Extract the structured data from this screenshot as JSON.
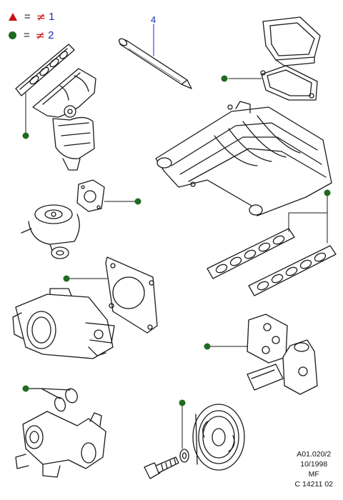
{
  "legend": [
    {
      "symbol": "red-triangle",
      "equals": "=",
      "not_equal": "≠",
      "number": "1",
      "color": "#cc1111",
      "number_color": "#1a2fb5"
    },
    {
      "symbol": "green-dot",
      "equals": "=",
      "not_equal": "≠",
      "number": "2",
      "color": "#1f6b1f",
      "number_color": "#1a2fb5"
    }
  ],
  "callouts": {
    "sealant_tube": "4"
  },
  "footer": {
    "line1": "A01.020/2",
    "line2": "10/1998",
    "line3": "MF",
    "line4": "C 14211 02"
  },
  "colors": {
    "outline": "#1a1a1a",
    "marker": "#1f6b1f",
    "callout": "#1a2fb5"
  }
}
